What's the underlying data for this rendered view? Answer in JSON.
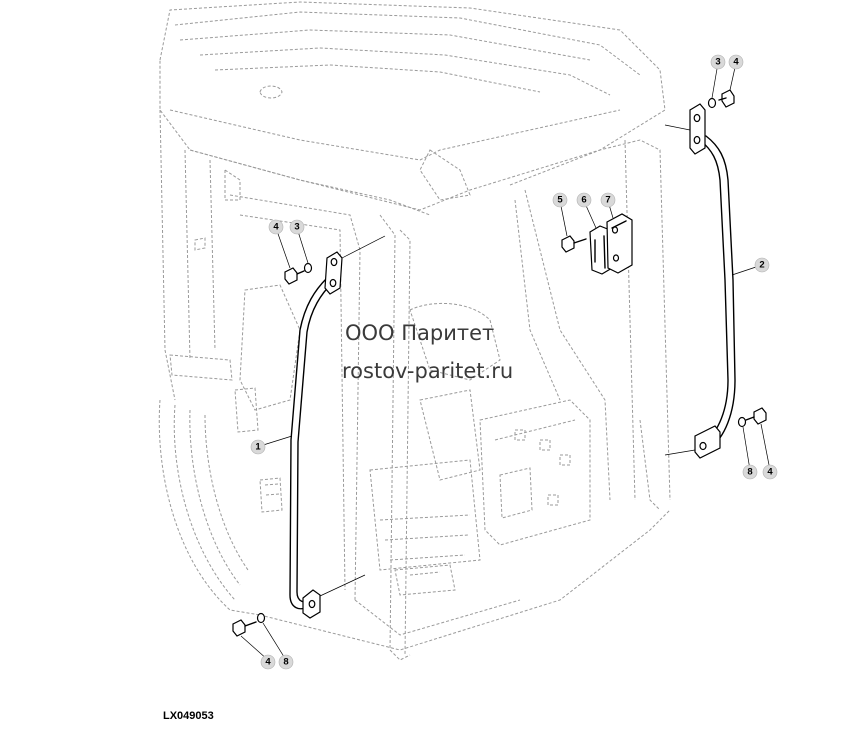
{
  "watermark": {
    "line1": "ООО Паритет",
    "line2": "rostov-paritet.ru"
  },
  "figure_code": "LX049053",
  "callouts": {
    "c1": "1",
    "c2": "2",
    "c3a": "3",
    "c4a": "4",
    "c3b": "3",
    "c4b": "4",
    "c5": "5",
    "c6": "6",
    "c7": "7",
    "c8a": "8",
    "c4c": "4",
    "c4d": "4",
    "c8b": "8"
  }
}
